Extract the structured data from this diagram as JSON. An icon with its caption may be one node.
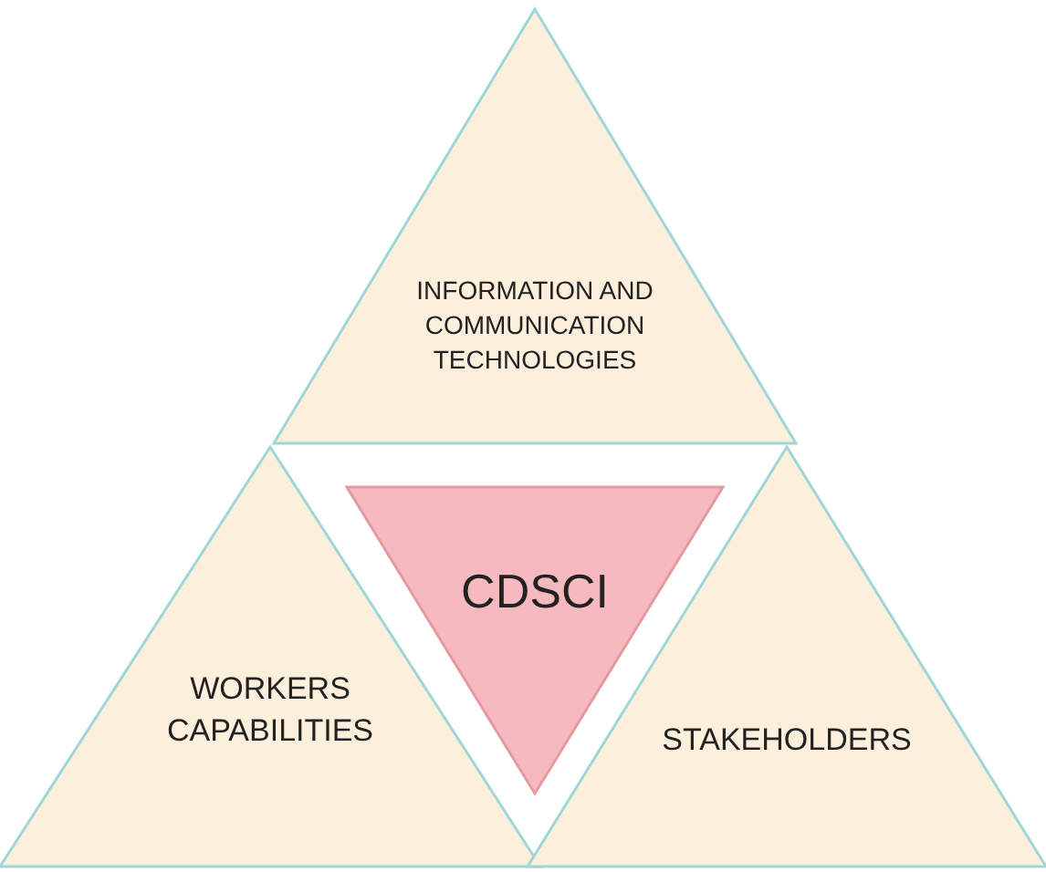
{
  "diagram": {
    "nodes": [
      {
        "text": [
          "INFORMATION AND COMMUNICATION TECHNOLOGIES"
        ]
      },
      {
        "text": [
          "WORKERS CAPABILITIES"
        ]
      },
      {
        "text": [
          "CDSCI"
        ]
      },
      {
        "text": [
          "STAKEHOLDERS"
        ]
      }
    ]
  }
}
